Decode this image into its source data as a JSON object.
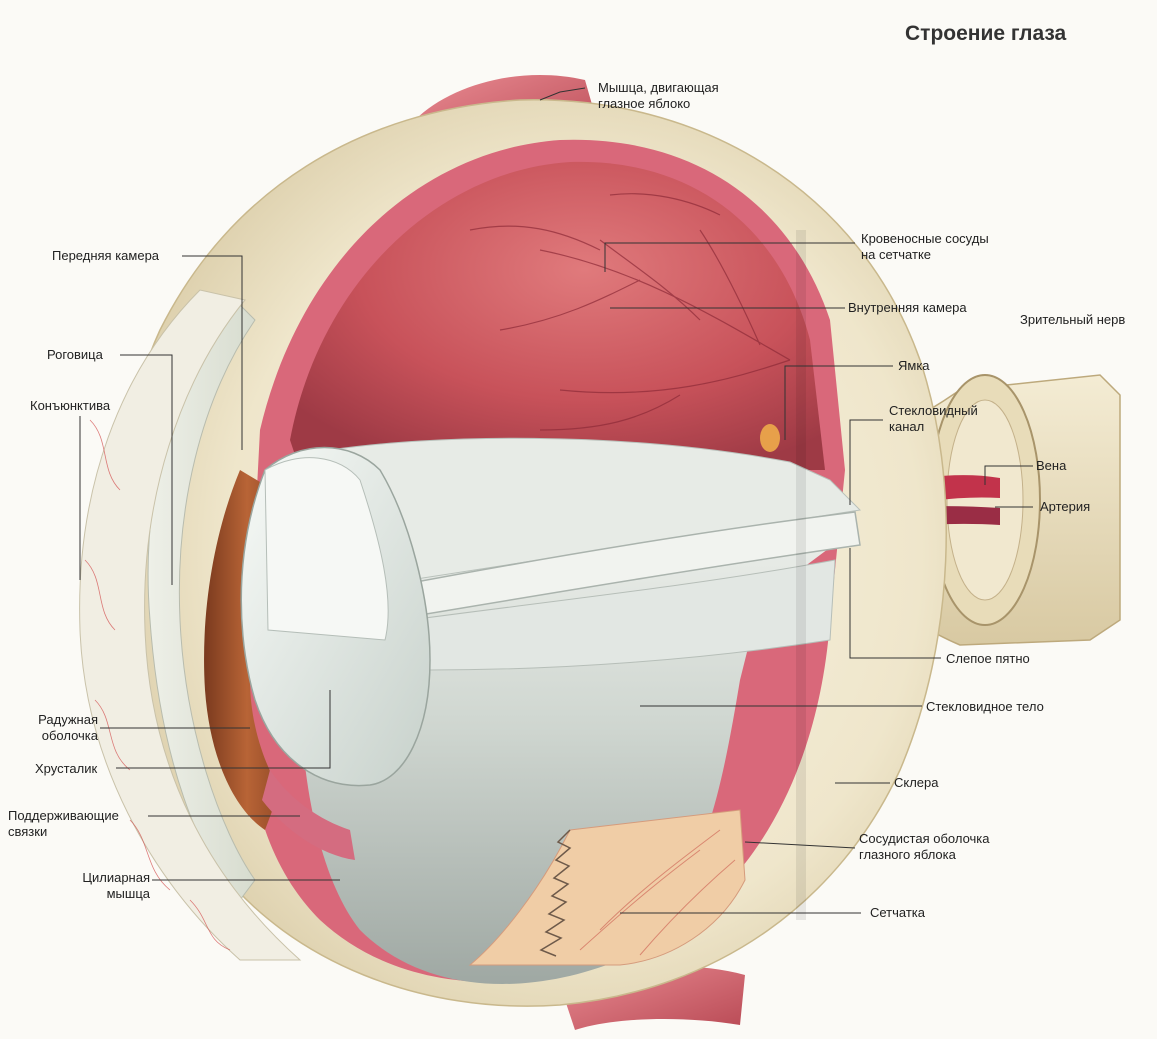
{
  "title": "Строение глаза",
  "labels": {
    "muscle_l1": "Мышца, двигающая",
    "muscle_l2": "глазное яблоко",
    "anterior_chamber": "Передняя камера",
    "cornea": "Роговица",
    "conjunctiva": "Конъюнктива",
    "iris_l1": "Радужная",
    "iris_l2": "оболочка",
    "lens": "Хрусталик",
    "ligaments_l1": "Поддерживающие",
    "ligaments_l2": "связки",
    "ciliary_l1": "Цилиарная",
    "ciliary_l2": "мышца",
    "vessels_l1": "Кровеносные сосуды",
    "vessels_l2": "на сетчатке",
    "inner_chamber": "Внутренняя камера",
    "optic_nerve": "Зрительный нерв",
    "fovea": "Ямка",
    "vitreous_canal_l1": "Стекловидный",
    "vitreous_canal_l2": "канал",
    "vein": "Вена",
    "artery": "Артерия",
    "blind_spot": "Слепое пятно",
    "vitreous_body": "Стекловидное тело",
    "sclera": "Склера",
    "choroid_l1": "Сосудистая оболочка",
    "choroid_l2": "глазного яблока",
    "retina": "Сетчатка"
  },
  "colors": {
    "sclera": "#efe7cf",
    "retina_inner": "#c8525a",
    "choroid": "#d9687a",
    "iris": "#a4542c",
    "vitreous": "#d6dbd6",
    "lens": "#e9efea",
    "muscle": "#d9707a",
    "leader": "#333333"
  }
}
